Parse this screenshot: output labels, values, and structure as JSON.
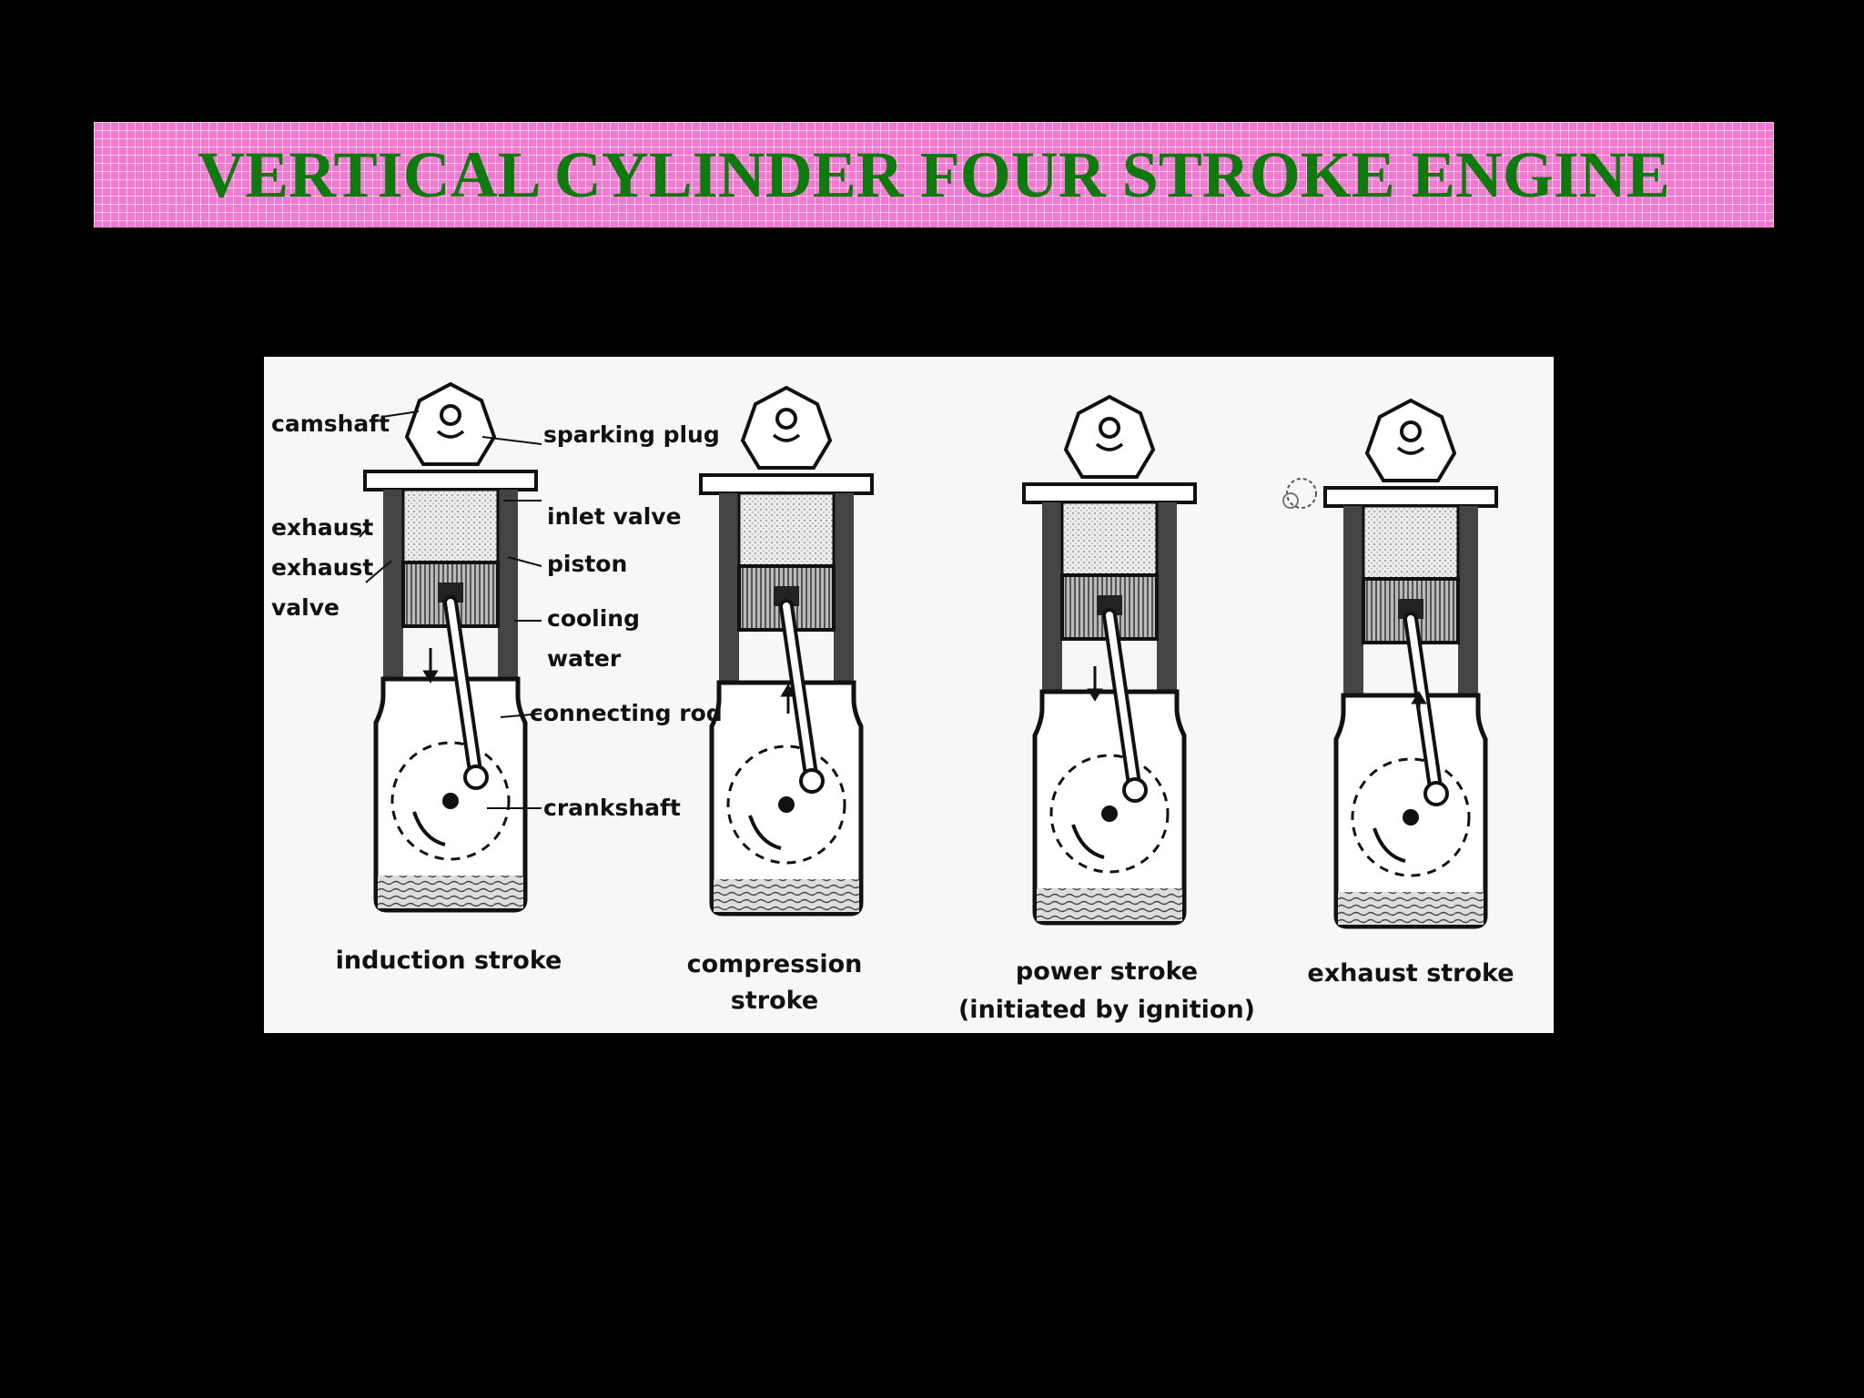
{
  "title": "VERTICAL CYLINDER FOUR STROKE ENGINE",
  "colors": {
    "background": "#000000",
    "banner": "#f07ad0",
    "title_text": "#0e7a0e",
    "diagram_background": "#f7f7f7"
  },
  "diagram": {
    "part_labels": {
      "camshaft": "camshaft",
      "exhaust": "exhaust",
      "exhaust_valve_line1": "exhaust",
      "exhaust_valve_line2": "valve",
      "sparking_plug": "sparking plug",
      "inlet_valve": "inlet valve",
      "piston": "piston",
      "cooling_water_line1": "cooling",
      "cooling_water_line2": "water",
      "connecting_rod": "connecting rod",
      "crankshaft": "crankshaft"
    },
    "strokes": [
      {
        "caption_lines": [
          "induction stroke"
        ]
      },
      {
        "caption_lines": [
          "compression",
          "stroke"
        ]
      },
      {
        "caption_lines": [
          "power stroke",
          "(initiated by ignition)"
        ]
      },
      {
        "caption_lines": [
          "exhaust stroke"
        ]
      }
    ]
  }
}
